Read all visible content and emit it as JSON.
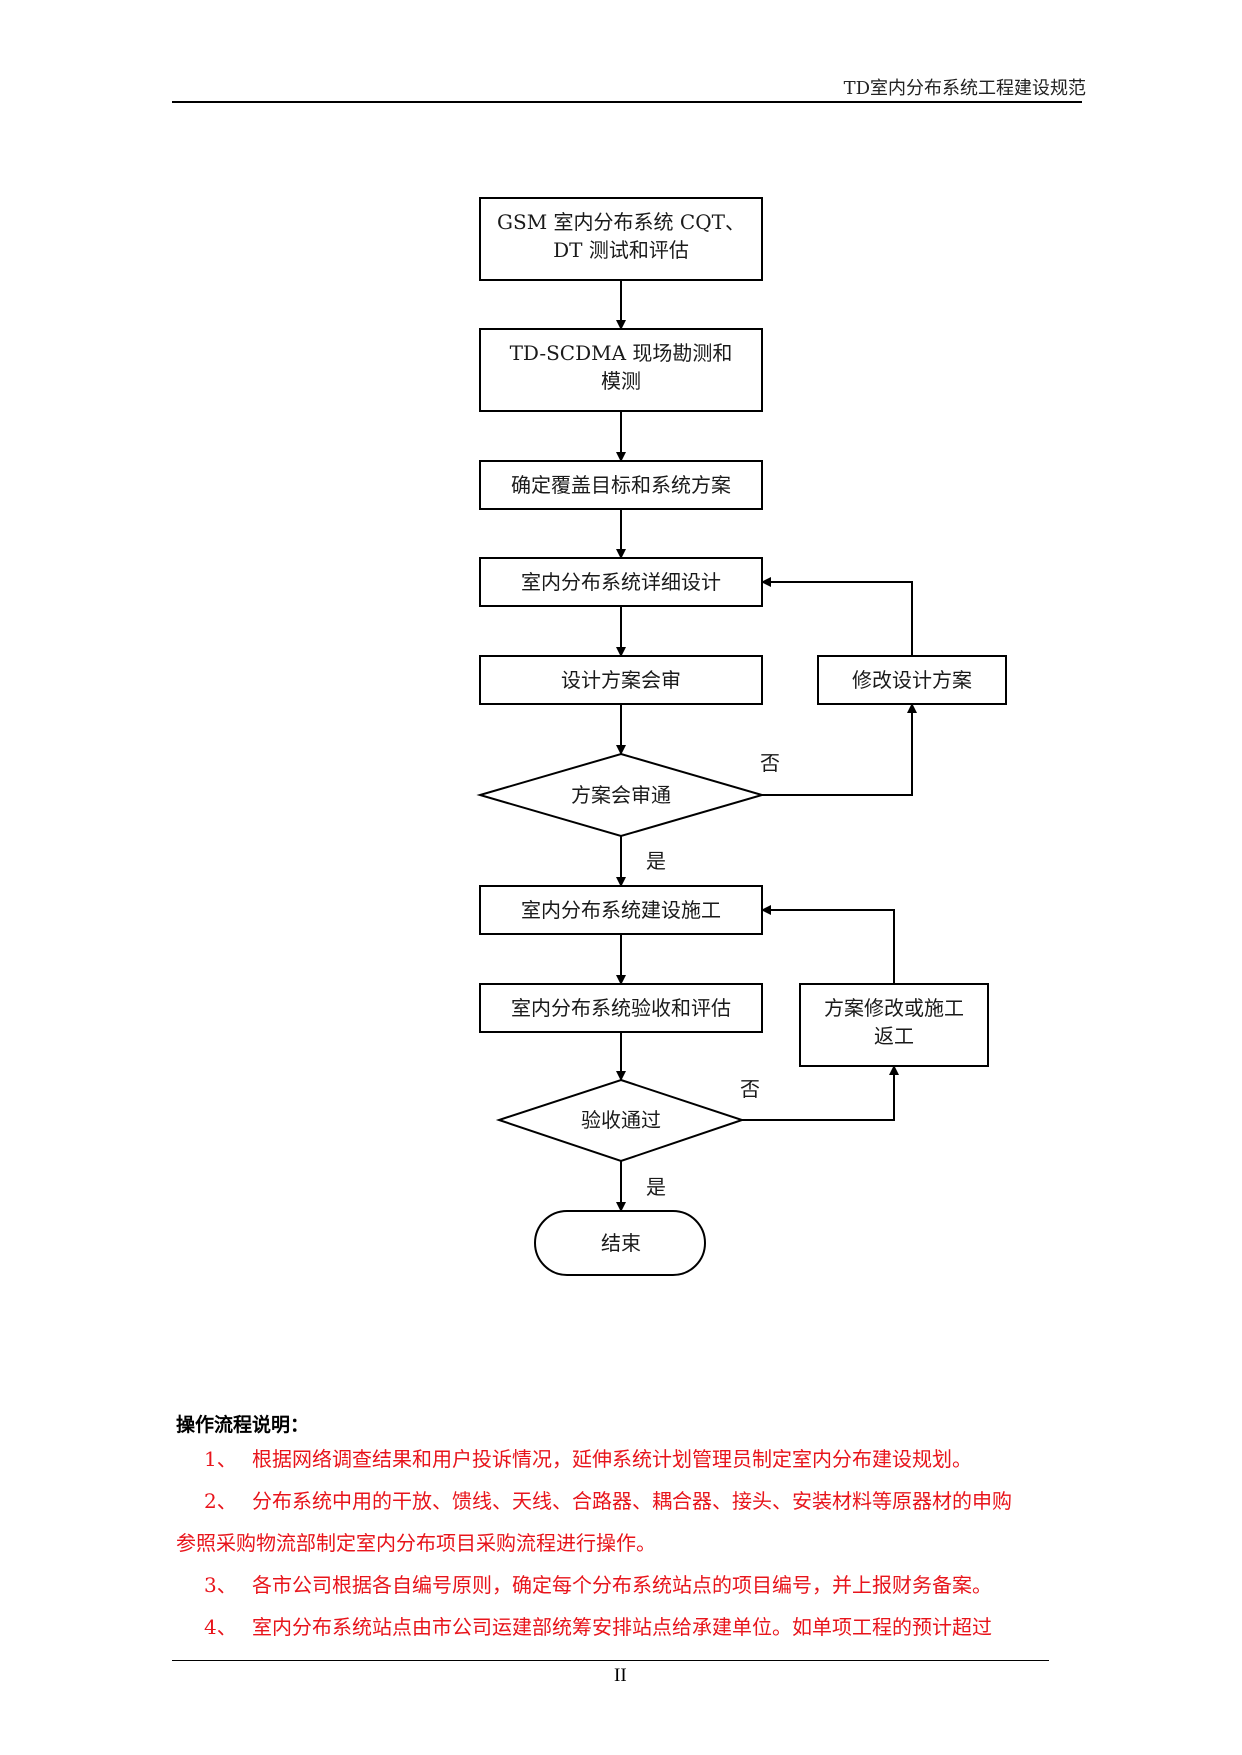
{
  "header": {
    "title": "TD室内分布系统工程建设规范"
  },
  "flowchart": {
    "step1_line1": "GSM 室内分布系统 CQT、",
    "step1_line2": "DT 测试和评估",
    "step2_line1": "TD-SCDMA 现场勘测和",
    "step2_line2": "模测",
    "step3": "确定覆盖目标和系统方案",
    "step4": "室内分布系统详细设计",
    "step5": "设计方案会审",
    "modify_design": "修改设计方案",
    "decision1": "方案会审通",
    "no_label_1": "否",
    "yes_label_1": "是",
    "step6": "室内分布系统建设施工",
    "step7": "室内分布系统验收和评估",
    "rework_line1": "方案修改或施工",
    "rework_line2": "返工",
    "decision2": "验收通过",
    "no_label_2": "否",
    "yes_label_2": "是",
    "end": "结束"
  },
  "notes": {
    "heading": "操作流程说明：",
    "item1_num": "1、",
    "item1": "根据网络调查结果和用户投诉情况，延伸系统计划管理员制定室内分布建设规划。",
    "item2_num": "2、",
    "item2_line1": "分布系统中用的干放、馈线、天线、合路器、耦合器、接头、安装材料等原器材的申购",
    "item2_line2": "参照采购物流部制定室内分布项目采购流程进行操作。",
    "item3_num": "3、",
    "item3": "各市公司根据各自编号原则，确定每个分布系统站点的项目编号，并上报财务备案。",
    "item4_num": "4、",
    "item4": "室内分布系统站点由市公司运建部统筹安排站点给承建单位。如单项工程的预计超过"
  },
  "footer": {
    "page_number": "II"
  }
}
